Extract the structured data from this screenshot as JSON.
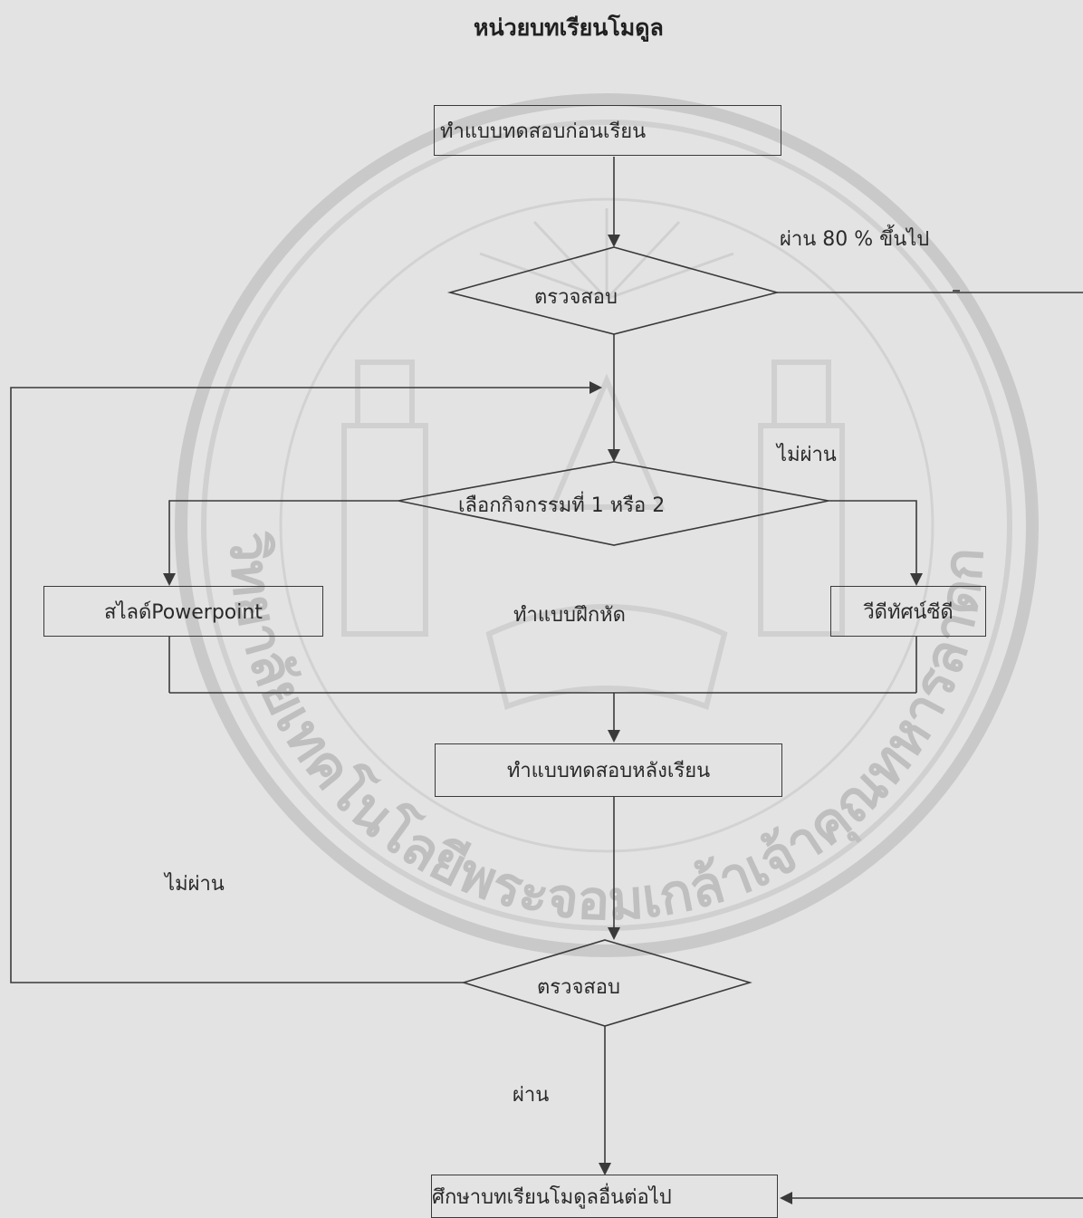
{
  "title": "หน่วยบทเรียนโมดูล",
  "nodes": {
    "pretest": "ทำแบบทดสอบก่อนเรียน",
    "check1": "ตรวจสอบ",
    "choose": "เลือกกิจกรรมที่  1 หรือ  2",
    "slides": "สไลด์Powerpoint",
    "exercise": "ทำแบบฝึกหัด",
    "vcd": "วีดีทัศน์ซีดี",
    "posttest": "ทำแบบทดสอบหลังเรียน",
    "check2": "ตรวจสอบ",
    "next": "ศึกษาบทเรียนโมดูลอื่นต่อไป"
  },
  "edge_labels": {
    "pass80": "ผ่าน  80  %  ขึ้นไป",
    "fail_top": "ไม่ผ่าน",
    "fail_left": "ไม่ผ่าน",
    "pass": "ผ่าน"
  },
  "watermark": {
    "text": "มหาวิทยาลัยเทคโนโลยีพระจอมเกล้าเจ้าคุณทหารลาดกระบัง",
    "color": "#bdbcbc"
  },
  "colors": {
    "background": "#e4e3e3",
    "line": "#3a3a3a",
    "text": "#2a2a2a"
  }
}
